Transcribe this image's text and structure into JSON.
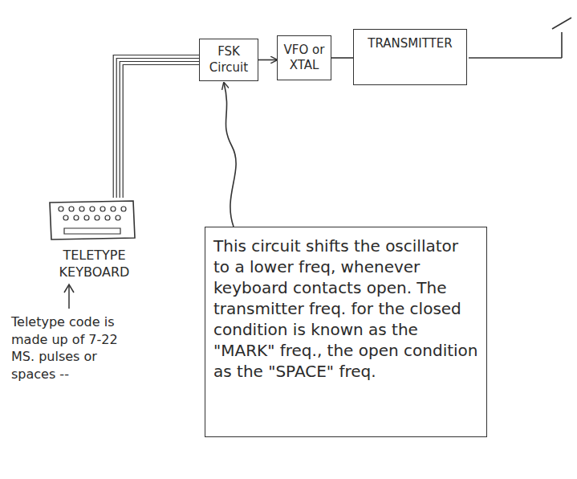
{
  "diagram": {
    "nodes": [
      {
        "text": [
          "FSK Circuit"
        ]
      },
      {
        "text": [
          "VFO or XTAL"
        ]
      },
      {
        "text": [
          "TRANSMITTER"
        ]
      },
      {
        "text": [
          "TELETYPE KEYBOARD"
        ]
      },
      {
        "text": [
          "This circuit shifts the oscillator to a lower freq, whenever keyboard contacts open. The transmitter freq. for the closed condition is known as the \"MARK\" freq., the open condition as the \"SPACE\" freq."
        ]
      }
    ],
    "edges": [
      {
        "from": 3,
        "to": 0,
        "arrow": "none"
      },
      {
        "from": 0,
        "to": 1,
        "arrow": "to"
      },
      {
        "from": 1,
        "to": 2,
        "arrow": "none"
      },
      {
        "from": 4,
        "to": 0,
        "arrow": "to"
      }
    ],
    "labels": [
      "Teletype code is made up of 7-22 MS. pulses or spaces --"
    ]
  }
}
